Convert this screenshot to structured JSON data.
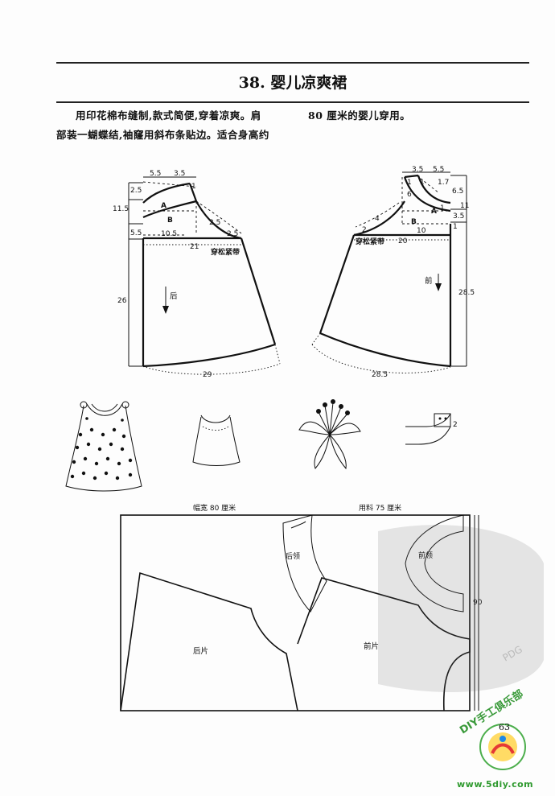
{
  "title": "38. 婴儿凉爽裙",
  "intro": {
    "line1": "用印花棉布缝制,款式简便,穿着凉爽。肩",
    "line2": "部装一蝴蝶结,袖窿用斜布条贴边。适合身高约",
    "line3": "80 厘米的婴儿穿用。"
  },
  "back_pattern": {
    "piece_label": "后",
    "gather_label": "穿松紧带",
    "dims": {
      "neck_w": "5.5",
      "shoulder_w": "3.5",
      "neck_drop": "2.5",
      "armhole_drop": "11.5",
      "lower_drop": "5.5",
      "bust_half": "10.5",
      "chest": "21",
      "length": "26",
      "hem": "29",
      "a": "A",
      "b": "B",
      "n1": "1",
      "n25a": "2.5",
      "n25b": "2.5"
    }
  },
  "front_pattern": {
    "piece_label": "前",
    "gather_label": "穿松紧带",
    "dims": {
      "shoulder_w": "3.5",
      "neck_w": "5.5",
      "neck_drop": "6.5",
      "armhole_drop": "11",
      "lower_drop": "3.5",
      "bust_half": "10",
      "chest": "20",
      "length": "28.5",
      "hem": "28.5",
      "curve": "1.7",
      "a": "A",
      "b": "B",
      "n1a": "1",
      "n1b": "1",
      "n1c": "1",
      "n1d": "1",
      "n6": "6",
      "n4": "4",
      "n2": "2"
    }
  },
  "illustrations": {
    "collar_tab_num": "2"
  },
  "layout": {
    "fabric_width": "幅宽 80 厘米",
    "fabric_use": "用料 75 厘米",
    "back_collar": "后领",
    "front_collar": "前领",
    "back_piece": "后片",
    "front_piece": "前片",
    "height": "90"
  },
  "page_number": "63",
  "watermark": {
    "club": "DIY手工俱乐部",
    "site": "www.5diy.com",
    "pdg": "PDG"
  }
}
